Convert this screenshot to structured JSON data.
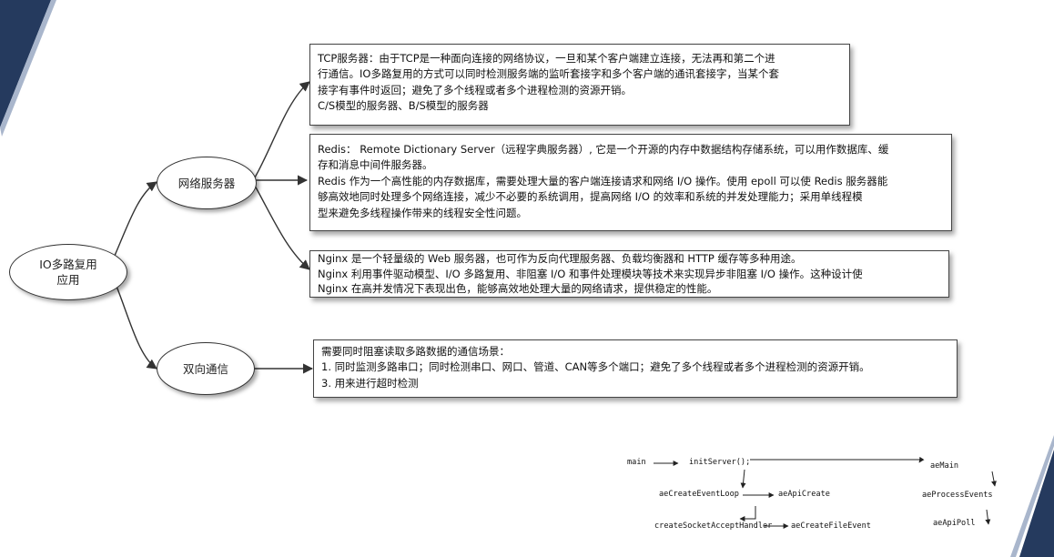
{
  "mindmap": {
    "root": {
      "label": "IO多路复用\n应用"
    },
    "branches": [
      {
        "label": "网络服务器"
      },
      {
        "label": "双向通信"
      }
    ],
    "boxes": {
      "tcp": [
        "TCP服务器：由于TCP是一种面向连接的网络协议，一旦和某个客户端建立连接，无法再和第二个进",
        "行通信。IO多路复用的方式可以同时检测服务端的监听套接字和多个客户端的通讯套接字，当某个套",
        "接字有事件时返回；避免了多个线程或者多个进程检测的资源开销。",
        "C/S模型的服务器、B/S模型的服务器"
      ],
      "redis": [
        "Redis：  Remote Dictionary Server（远程字典服务器）, 它是一个开源的内存中数据结构存储系统，可以用作数据库、缓",
        "存和消息中间件服务器。",
        "Redis 作为一个高性能的内存数据库，需要处理大量的客户端连接请求和网络 I/O 操作。使用 epoll 可以使 Redis 服务器能",
        "够高效地同时处理多个网络连接，减少不必要的系统调用，提高网络 I/O 的效率和系统的并发处理能力；采用单线程模",
        "型来避免多线程操作带来的线程安全性问题。"
      ],
      "nginx": [
        "Nginx 是一个轻量级的 Web 服务器，也可作为反向代理服务器、负载均衡器和 HTTP 缓存等多种用途。",
        "Nginx 利用事件驱动模型、I/O 多路复用、非阻塞 I/O 和事件处理模块等技术来实现异步非阻塞 I/O 操作。这种设计使",
        "Nginx 在高并发情况下表现出色，能够高效地处理大量的网络请求，提供稳定的性能。"
      ],
      "duplex": [
        "需要同时阻塞读取多路数据的通信场景：",
        "1. 同时监测多路串口；同时检测串口、网口、管道、CAN等多个端口；避免了多个线程或者多个进程检测的资源开销。",
        "3. 用来进行超时检测"
      ]
    }
  },
  "callflow": {
    "main": "main",
    "initServer": "initServer();",
    "aeMain": "aeMain",
    "aeCreateEventLoop": "aeCreateEventLoop",
    "aeApiCreate": "aeApiCreate",
    "aeProcessEvents": "aeProcessEvents",
    "createSocketAcceptHandler": "createSocketAcceptHandler",
    "aeCreateFileEvent": "aeCreateFileEvent",
    "aeApiPoll": "aeApiPoll"
  },
  "colors": {
    "accent_dark": "#253A5E",
    "edge": "#333333"
  }
}
